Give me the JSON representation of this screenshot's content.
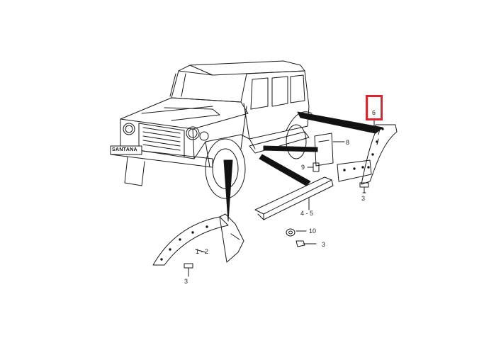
{
  "vehicle": {
    "grille_badge": "SANTANA"
  },
  "callouts": {
    "front_wheel_arch": "1 - 2",
    "screw_front": "3",
    "screw_rear": "3",
    "screw_bottom": "3",
    "sill_panel": "4 - 5",
    "rear_wheel_arch": "6",
    "bracket": "8",
    "clip": "9",
    "washer": "10"
  },
  "highlight": {
    "target": "6",
    "color": "#d9262c"
  }
}
